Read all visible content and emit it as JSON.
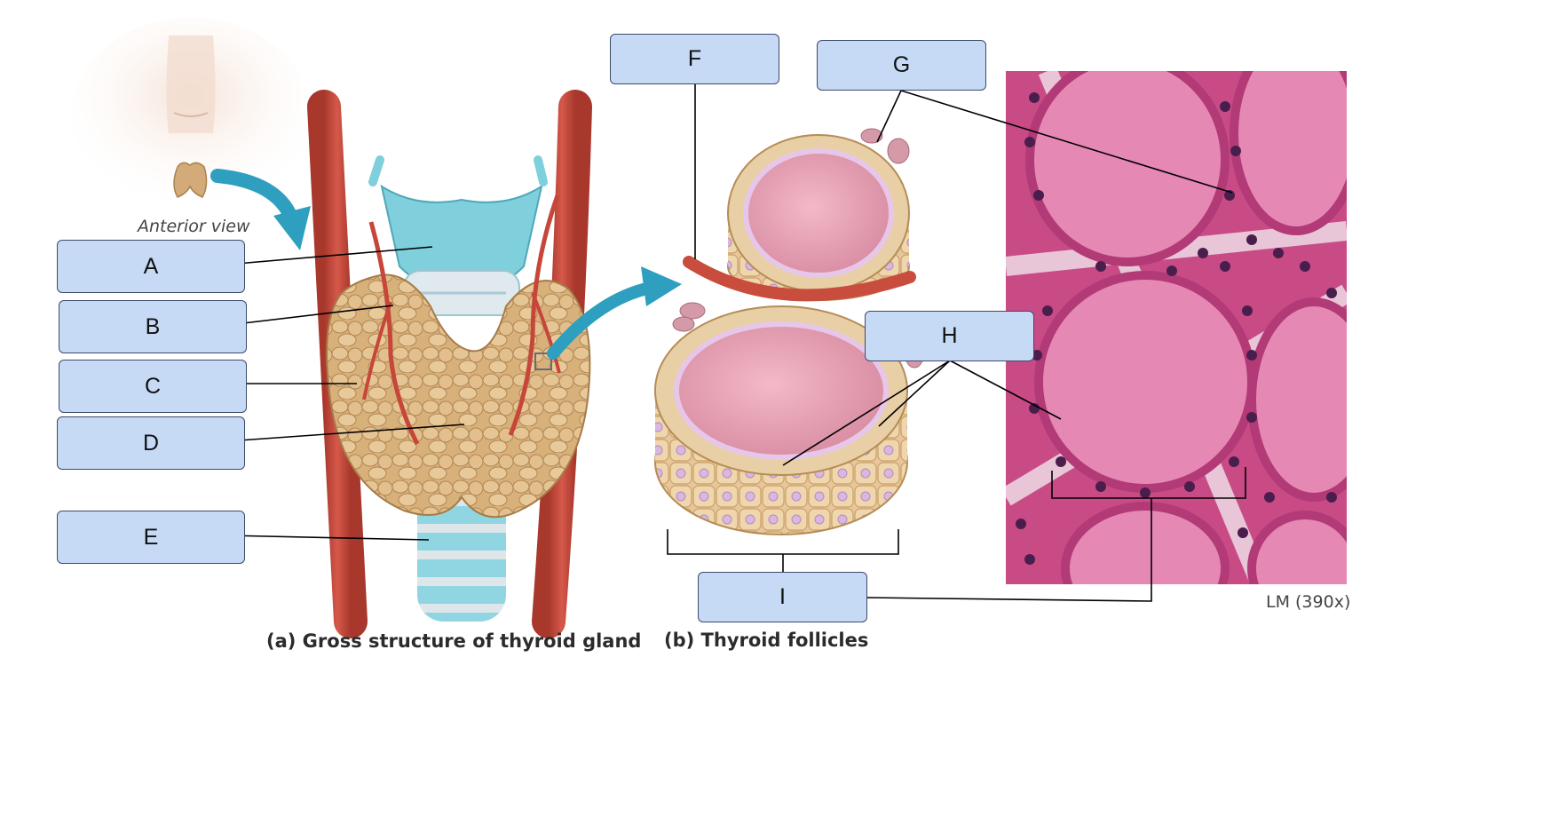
{
  "labels": {
    "A": "A",
    "B": "B",
    "C": "C",
    "D": "D",
    "E": "E",
    "F": "F",
    "G": "G",
    "H": "H",
    "I": "I"
  },
  "captions": {
    "anterior_view": "Anterior view",
    "gross": "(a) Gross structure of thyroid gland",
    "follicles": "(b) Thyroid follicles",
    "magnification": "LM (390x)"
  },
  "colors": {
    "label_fill": "#c6d9f5",
    "thyroid_tissue": "#d9b685",
    "cartilage": "#7fd0dc",
    "artery": "#c8483a",
    "colloid": "#e9a3b6",
    "micrograph_bg": "#d0568f"
  }
}
